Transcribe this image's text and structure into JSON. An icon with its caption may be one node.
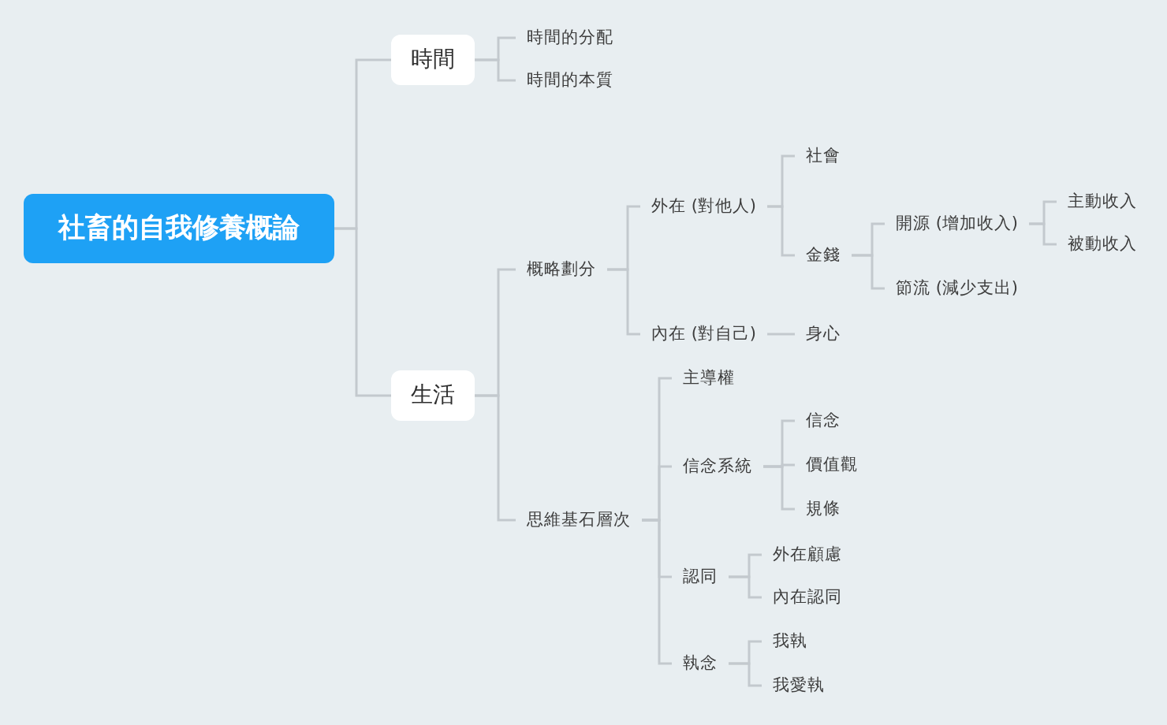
{
  "diagram": {
    "nodes": [
      {
        "text": [
          "社畜的自我修養概論"
        ]
      },
      {
        "text": [
          "時間"
        ]
      },
      {
        "text": [
          "時間的分配"
        ]
      },
      {
        "text": [
          "時間的本質"
        ]
      },
      {
        "text": [
          "生活"
        ]
      },
      {
        "text": [
          "概略劃分"
        ]
      },
      {
        "text": [
          "外在 (對他人)"
        ]
      },
      {
        "text": [
          "社會"
        ]
      },
      {
        "text": [
          "金錢"
        ]
      },
      {
        "text": [
          "開源 (增加收入)"
        ]
      },
      {
        "text": [
          "主動收入"
        ]
      },
      {
        "text": [
          "被動收入"
        ]
      },
      {
        "text": [
          "節流 (減少支出)"
        ]
      },
      {
        "text": [
          "內在 (對自己)"
        ]
      },
      {
        "text": [
          "身心"
        ]
      },
      {
        "text": [
          "思維基石層次"
        ]
      },
      {
        "text": [
          "主導權"
        ]
      },
      {
        "text": [
          "信念系統"
        ]
      },
      {
        "text": [
          "信念"
        ]
      },
      {
        "text": [
          "價值觀"
        ]
      },
      {
        "text": [
          "規條"
        ]
      },
      {
        "text": [
          "認同"
        ]
      },
      {
        "text": [
          "外在顧慮"
        ]
      },
      {
        "text": [
          "內在認同"
        ]
      },
      {
        "text": [
          "執念"
        ]
      },
      {
        "text": [
          "我執"
        ]
      },
      {
        "text": [
          "我愛執"
        ]
      }
    ],
    "edges": [
      {
        "from": 0,
        "to": 1,
        "arrow": "none"
      },
      {
        "from": 0,
        "to": 4,
        "arrow": "none"
      },
      {
        "from": 1,
        "to": 2,
        "arrow": "none"
      },
      {
        "from": 1,
        "to": 3,
        "arrow": "none"
      },
      {
        "from": 4,
        "to": 5,
        "arrow": "none"
      },
      {
        "from": 4,
        "to": 15,
        "arrow": "none"
      },
      {
        "from": 5,
        "to": 6,
        "arrow": "none"
      },
      {
        "from": 5,
        "to": 13,
        "arrow": "none"
      },
      {
        "from": 6,
        "to": 7,
        "arrow": "none"
      },
      {
        "from": 6,
        "to": 8,
        "arrow": "none"
      },
      {
        "from": 8,
        "to": 9,
        "arrow": "none"
      },
      {
        "from": 8,
        "to": 12,
        "arrow": "none"
      },
      {
        "from": 9,
        "to": 10,
        "arrow": "none"
      },
      {
        "from": 9,
        "to": 11,
        "arrow": "none"
      },
      {
        "from": 13,
        "to": 14,
        "arrow": "none"
      },
      {
        "from": 15,
        "to": 16,
        "arrow": "none"
      },
      {
        "from": 15,
        "to": 17,
        "arrow": "none"
      },
      {
        "from": 17,
        "to": 18,
        "arrow": "none"
      },
      {
        "from": 17,
        "to": 19,
        "arrow": "none"
      },
      {
        "from": 17,
        "to": 20,
        "arrow": "none"
      },
      {
        "from": 15,
        "to": 21,
        "arrow": "none"
      },
      {
        "from": 21,
        "to": 22,
        "arrow": "none"
      },
      {
        "from": 21,
        "to": 23,
        "arrow": "none"
      },
      {
        "from": 15,
        "to": 24,
        "arrow": "none"
      },
      {
        "from": 24,
        "to": 25,
        "arrow": "none"
      },
      {
        "from": 24,
        "to": 26,
        "arrow": "none"
      }
    ]
  }
}
